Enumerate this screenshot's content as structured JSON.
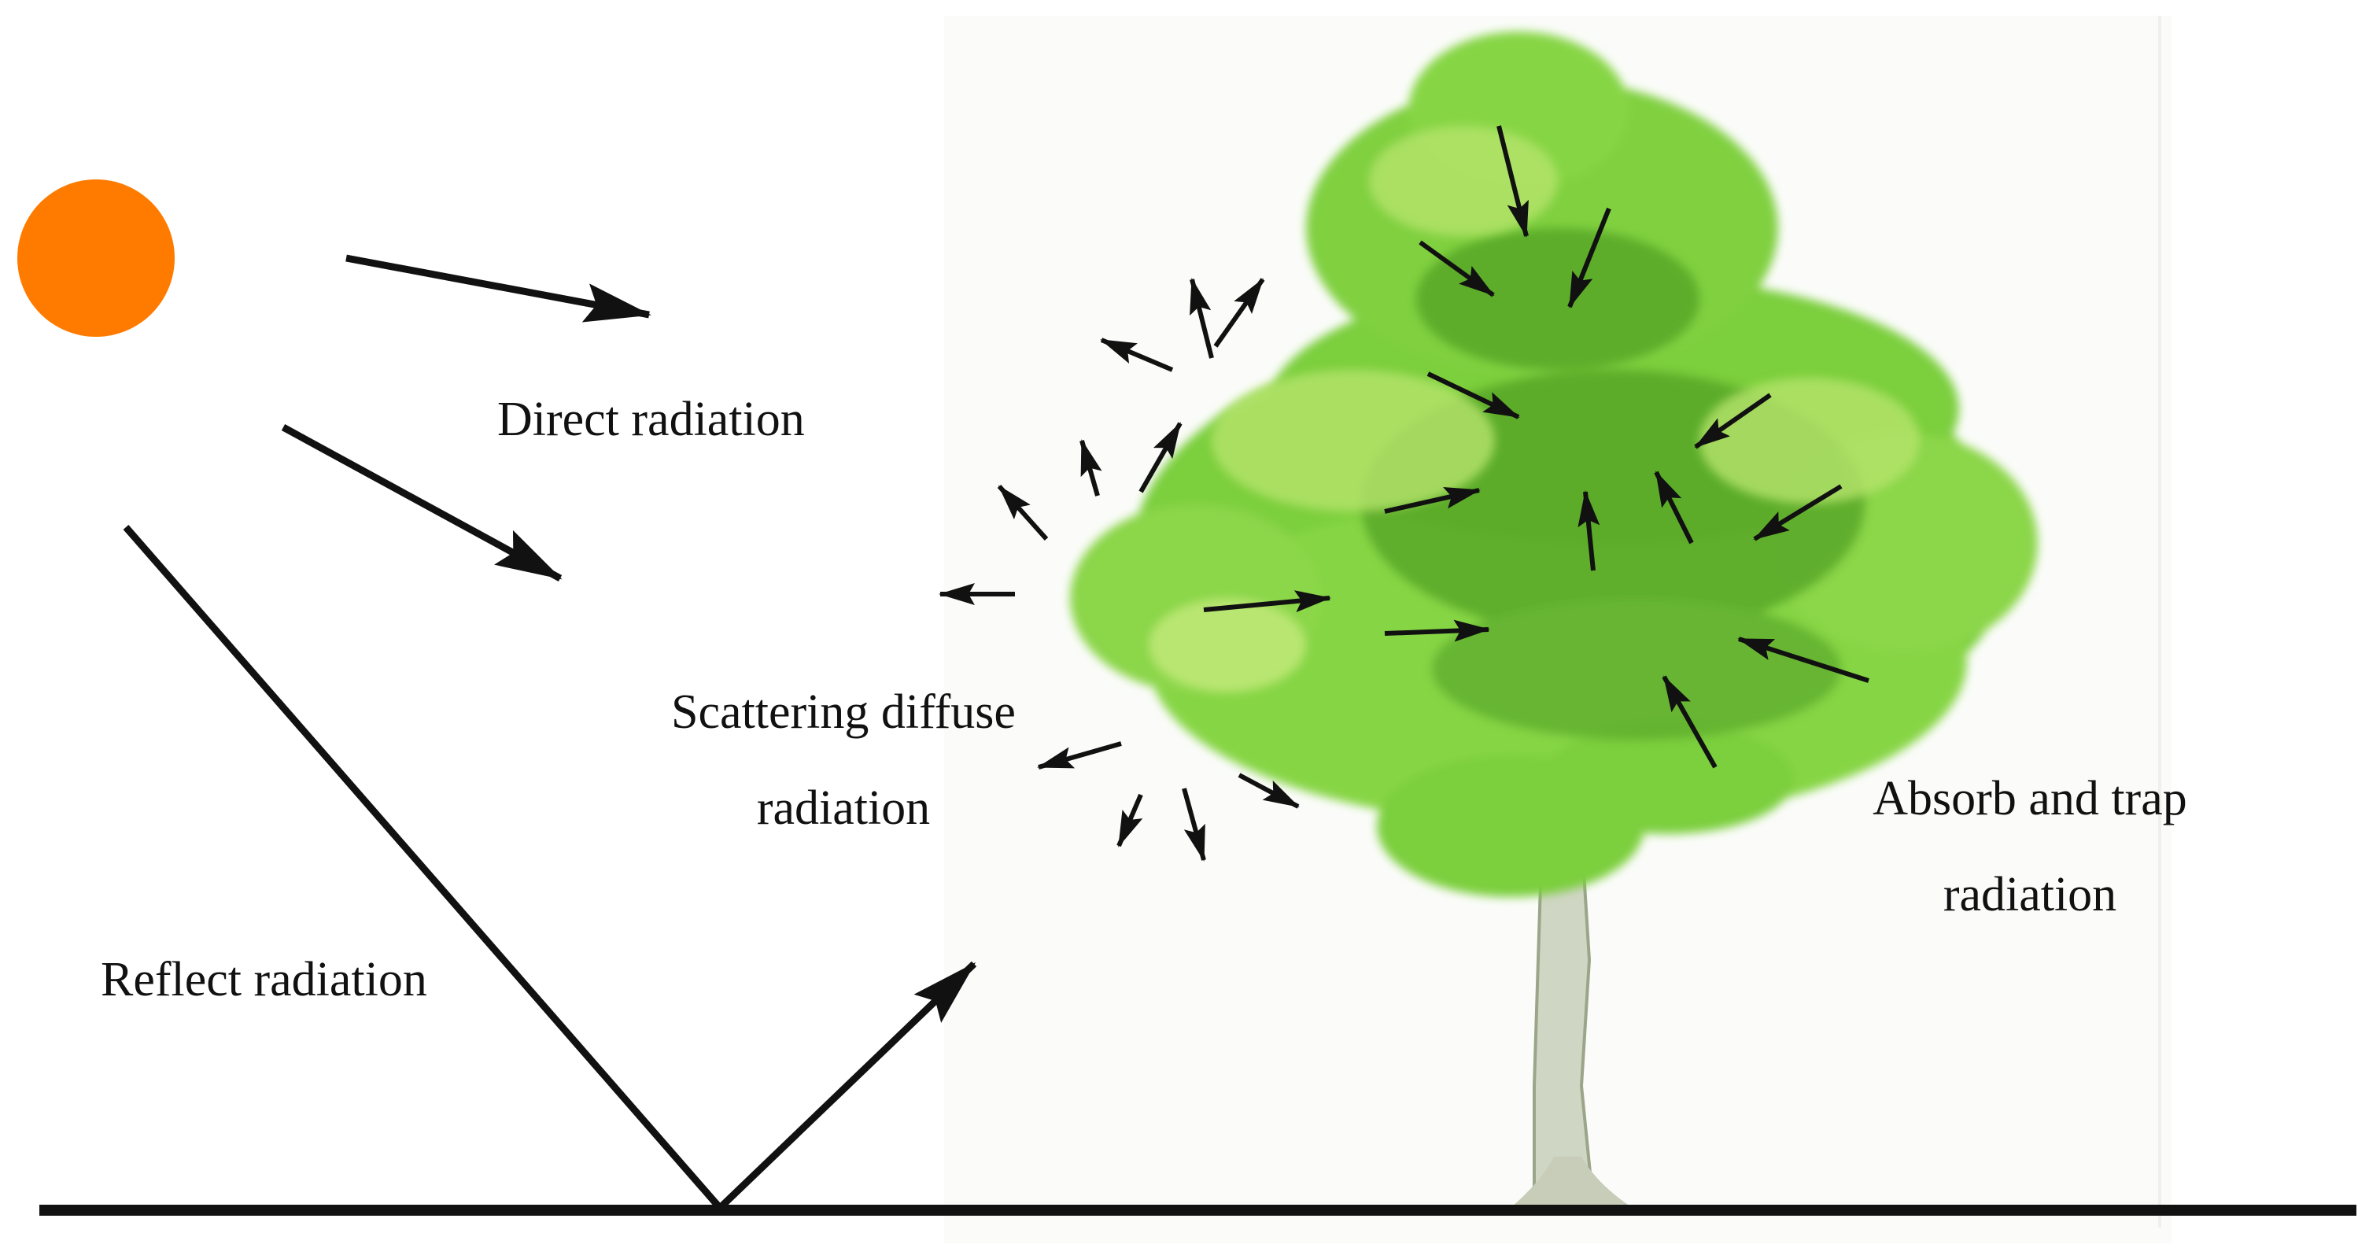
{
  "labels": {
    "direct": "Direct radiation",
    "scatter_line1": "Scattering diffuse",
    "scatter_line2": "radiation",
    "reflect": "Reflect radiation",
    "absorb_line1": "Absorb and trap",
    "absorb_line2": "radiation"
  },
  "colors": {
    "sun": "#ff7b00",
    "arrow": "#111111",
    "foliage": "#7ccf3c",
    "foliage_dark": "#4f9e24",
    "foliage_light": "#b6e46c",
    "trunk": "#cfd6c4"
  },
  "icons": {
    "sun": "sun-icon",
    "tree": "tree-icon"
  }
}
